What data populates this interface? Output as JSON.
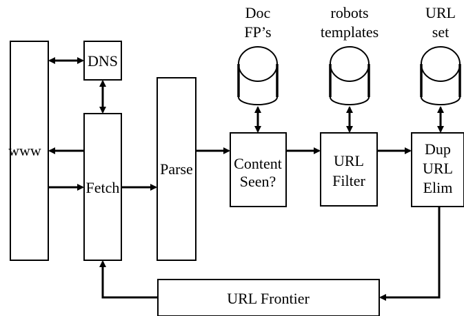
{
  "nodes": {
    "www": "www",
    "dns": "DNS",
    "fetch": "Fetch",
    "parse": "Parse",
    "content_seen": [
      "Content",
      "Seen?"
    ],
    "url_filter": [
      "URL",
      "Filter"
    ],
    "dup_url_elim": [
      "Dup",
      "URL",
      "Elim"
    ],
    "url_frontier": "URL Frontier"
  },
  "stores": {
    "doc_fps": [
      "Doc",
      "FP’s"
    ],
    "robots_templates": [
      "robots",
      "templates"
    ],
    "url_set": [
      "URL",
      "set"
    ]
  }
}
